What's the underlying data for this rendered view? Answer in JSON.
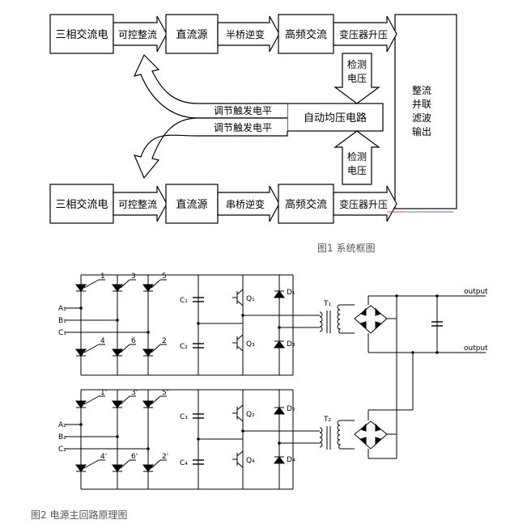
{
  "figure1": {
    "top_row": {
      "source": "三相交流电",
      "rectifier": "可控整流",
      "dc": "直流源",
      "inverter": "半桥逆变",
      "hf": "高频交流",
      "transformer": "变压器升压"
    },
    "bottom_row": {
      "source": "三相交流电",
      "rectifier": "可控整流",
      "dc": "直流源",
      "inverter": "串桥逆变",
      "hf": "高频交流",
      "transformer": "变压器升压"
    },
    "detect_top": [
      "检测",
      "电压"
    ],
    "detect_bottom": [
      "检测",
      "电压"
    ],
    "adjust_top": "调节触发电平",
    "adjust_bottom": "调节触发电平",
    "auto_balance": "自动均压电路",
    "output_block": [
      "整流",
      "并联",
      "滤波",
      "输出"
    ],
    "caption": "图1 系统框图"
  },
  "figure2": {
    "bridge1_labels": [
      "1",
      "3",
      "5",
      "4",
      "6",
      "2"
    ],
    "bridge2_labels": [
      "1'",
      "3'",
      "5'",
      "4'",
      "6'",
      "2'"
    ],
    "inputs1": [
      "A₁",
      "B₁",
      "C₁"
    ],
    "inputs2": [
      "A₂",
      "B₂",
      "C₂"
    ],
    "capacitors": [
      "C₁",
      "C₂",
      "C₃",
      "C₄"
    ],
    "transistors": [
      "Q₁",
      "Q₃",
      "Q₂",
      "Q₄"
    ],
    "diodes": [
      "D₁",
      "D₃",
      "D₂",
      "D₄"
    ],
    "transformers": [
      "T₁",
      "T₂"
    ],
    "output_labels": [
      "output",
      "output"
    ],
    "caption": "图2 电源主回路原理图"
  }
}
